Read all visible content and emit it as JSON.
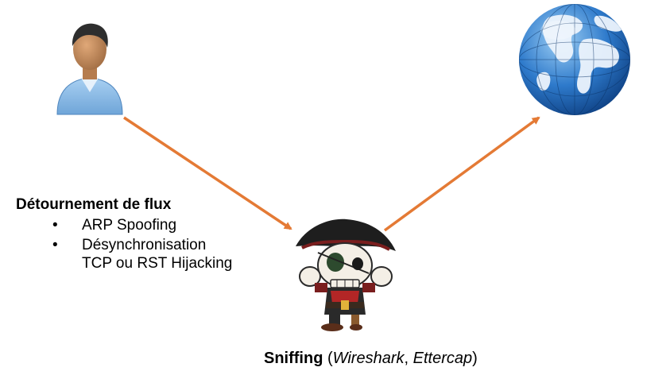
{
  "hijack": {
    "title": "Détournement de flux",
    "items": [
      {
        "lines": [
          "ARP Spoofing"
        ]
      },
      {
        "lines": [
          "Désynchronisation",
          "TCP ou RST Hijacking"
        ]
      }
    ]
  },
  "caption": {
    "label": "Sniffing",
    "open": " (",
    "tool1": "Wireshark",
    "sep": ", ",
    "tool2": "Ettercap",
    "close": ")"
  },
  "colors": {
    "arrow": "#E47A35",
    "globe_ocean": "#1F67B4",
    "shirt": "#8FC0EA",
    "skin": "#C98F5E",
    "hair": "#2E2E2E"
  },
  "icons": {
    "user": "user-icon",
    "globe": "globe-icon",
    "attacker": "pirate-icon"
  }
}
